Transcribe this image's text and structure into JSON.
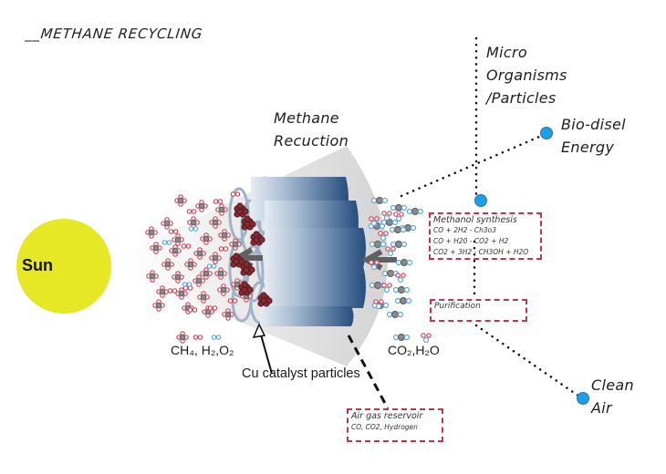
{
  "title": "__METHANE RECYCLING",
  "colors": {
    "sun": "#e6e826",
    "cylinder_dark": "#2f5584",
    "cylinder_light": "#dfe7f0",
    "node": "#1aa0e8",
    "box_border": "#c0374a",
    "molecule_red": "#d4475a",
    "molecule_blue": "#5aa8e6",
    "molecule_gray": "#8a8a8a",
    "catalyst": "#8a2b33"
  },
  "sun": {
    "label": "Sun"
  },
  "reactor": {
    "label_line1": "Methane",
    "label_line2": "Recuction",
    "inputs_label": "CH₄, H₂,O₂",
    "outputs_label": "CO₂,H₂O",
    "catalyst_label": "Cu catalyst particles"
  },
  "nodes": {
    "micro": {
      "line1": "Micro",
      "line2": "Organisms",
      "line3": "/Particles"
    },
    "biodisel": {
      "line1": "Bio-disel",
      "line2": "Energy"
    },
    "clean_air": {
      "line1": "Clean",
      "line2": "Air"
    }
  },
  "boxes": {
    "methanol": {
      "title": "Methanol synthesis",
      "lines": [
        "CO + 2H2 - Ch3o3",
        "CO + H20 - CO2 + H2",
        "CO2 + 3H2 - CH3OH + H2O"
      ]
    },
    "purification": {
      "title": "Purification"
    },
    "air_reservoir": {
      "title": "Air gas reservoir",
      "subtitle": "CO, CO2, Hydrogen"
    }
  }
}
